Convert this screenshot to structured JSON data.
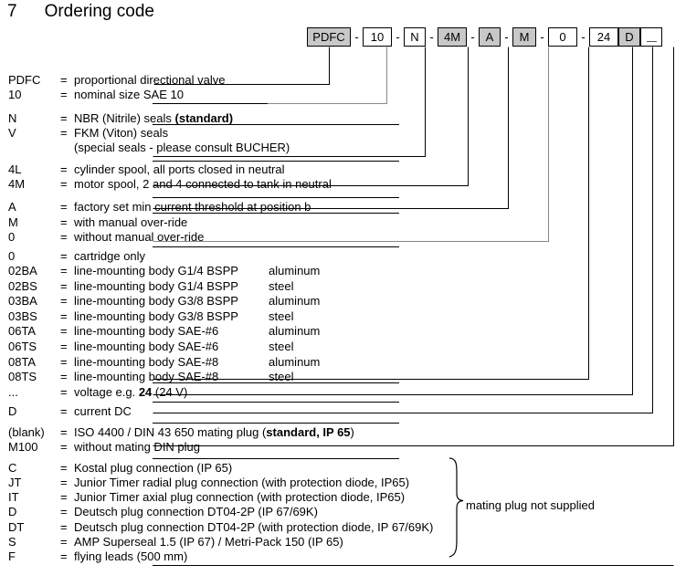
{
  "heading": {
    "number": "7",
    "title": "Ordering code"
  },
  "code_string": {
    "segments": [
      {
        "text": "PDFC",
        "shaded": true,
        "width": 48
      },
      {
        "text": "10",
        "shaded": false,
        "width": 32
      },
      {
        "text": "N",
        "shaded": false,
        "width": 24
      },
      {
        "text": "4M",
        "shaded": true,
        "width": 32
      },
      {
        "text": "A",
        "shaded": true,
        "width": 24
      },
      {
        "text": "M",
        "shaded": true,
        "width": 26
      },
      {
        "text": "0",
        "shaded": false,
        "width": 32
      },
      {
        "text": "24",
        "shaded": false,
        "width": 32
      },
      {
        "text": "D",
        "shaded": true,
        "width": 24
      },
      {
        "text": "_",
        "shaded": false,
        "width": 24
      }
    ],
    "separator": "-"
  },
  "equals": "=",
  "legend": [
    {
      "code": "PDFC",
      "desc": "proportional directional valve"
    },
    {
      "code": "10",
      "desc": "nominal size SAE 10"
    },
    {
      "code": "N",
      "desc": "NBR (Nitrile) seals  (standard)",
      "bold_tail": ""
    },
    {
      "code": "V",
      "desc": "FKM (Viton) seals"
    },
    {
      "code": "",
      "desc": "(special seals - please consult BUCHER)",
      "no_eq": true
    },
    {
      "code": "4L",
      "desc": "cylinder spool, all ports closed in neutral"
    },
    {
      "code": "4M",
      "desc": "motor spool, 2 and 4 connected to tank in neutral"
    },
    {
      "code": "A",
      "desc": "factory set min current threshold at position b"
    },
    {
      "code": "M",
      "desc": "with manual over-ride"
    },
    {
      "code": "0",
      "desc": "without manual over-ride"
    },
    {
      "code": "0",
      "desc": "cartridge only"
    },
    {
      "code": "02BA",
      "desc": "line-mounting body G1/4 BSPP",
      "desc2": "aluminum"
    },
    {
      "code": "02BS",
      "desc": "line-mounting body G1/4 BSPP",
      "desc2": "steel"
    },
    {
      "code": "03BA",
      "desc": "line-mounting body G3/8 BSPP",
      "desc2": "aluminum"
    },
    {
      "code": "03BS",
      "desc": "line-mounting body G3/8 BSPP",
      "desc2": "steel"
    },
    {
      "code": "06TA",
      "desc": "line-mounting body SAE-#6",
      "desc2": "aluminum"
    },
    {
      "code": "06TS",
      "desc": "line-mounting body SAE-#6",
      "desc2": "steel"
    },
    {
      "code": "08TA",
      "desc": "line-mounting body SAE-#8",
      "desc2": "aluminum"
    },
    {
      "code": "08TS",
      "desc": "line-mounting body SAE-#8",
      "desc2": "steel"
    },
    {
      "code": "...",
      "desc": "voltage e.g. 24 (24 V)"
    },
    {
      "code": "D",
      "desc": "current  DC"
    },
    {
      "code": "(blank)",
      "desc": "ISO 4400 / DIN 43 650 mating plug (standard, IP 65)"
    },
    {
      "code": "M100",
      "desc": "without mating DIN plug"
    },
    {
      "code": "C",
      "desc": "Kostal plug connection (IP 65)"
    },
    {
      "code": "JT",
      "desc": "Junior Timer radial plug connection (with protection diode, IP65)"
    },
    {
      "code": "IT",
      "desc": "Junior Timer axial plug connection (with protection diode, IP65)"
    },
    {
      "code": "D",
      "desc": "Deutsch plug connection DT04-2P (IP 67/69K)"
    },
    {
      "code": "DT",
      "desc": "Deutsch plug connection DT04-2P (with protection diode, IP 67/69K)"
    },
    {
      "code": "S",
      "desc": "AMP Superseal 1.5 (IP 67) / Metri-Pack 150 (IP 65)"
    },
    {
      "code": "F",
      "desc": "flying leads (500 mm)"
    }
  ],
  "annotations": {
    "mating_note": "mating plug not supplied"
  },
  "colors": {
    "shaded_box": "#c8c8c8",
    "line": "#000000",
    "text": "#000000"
  }
}
